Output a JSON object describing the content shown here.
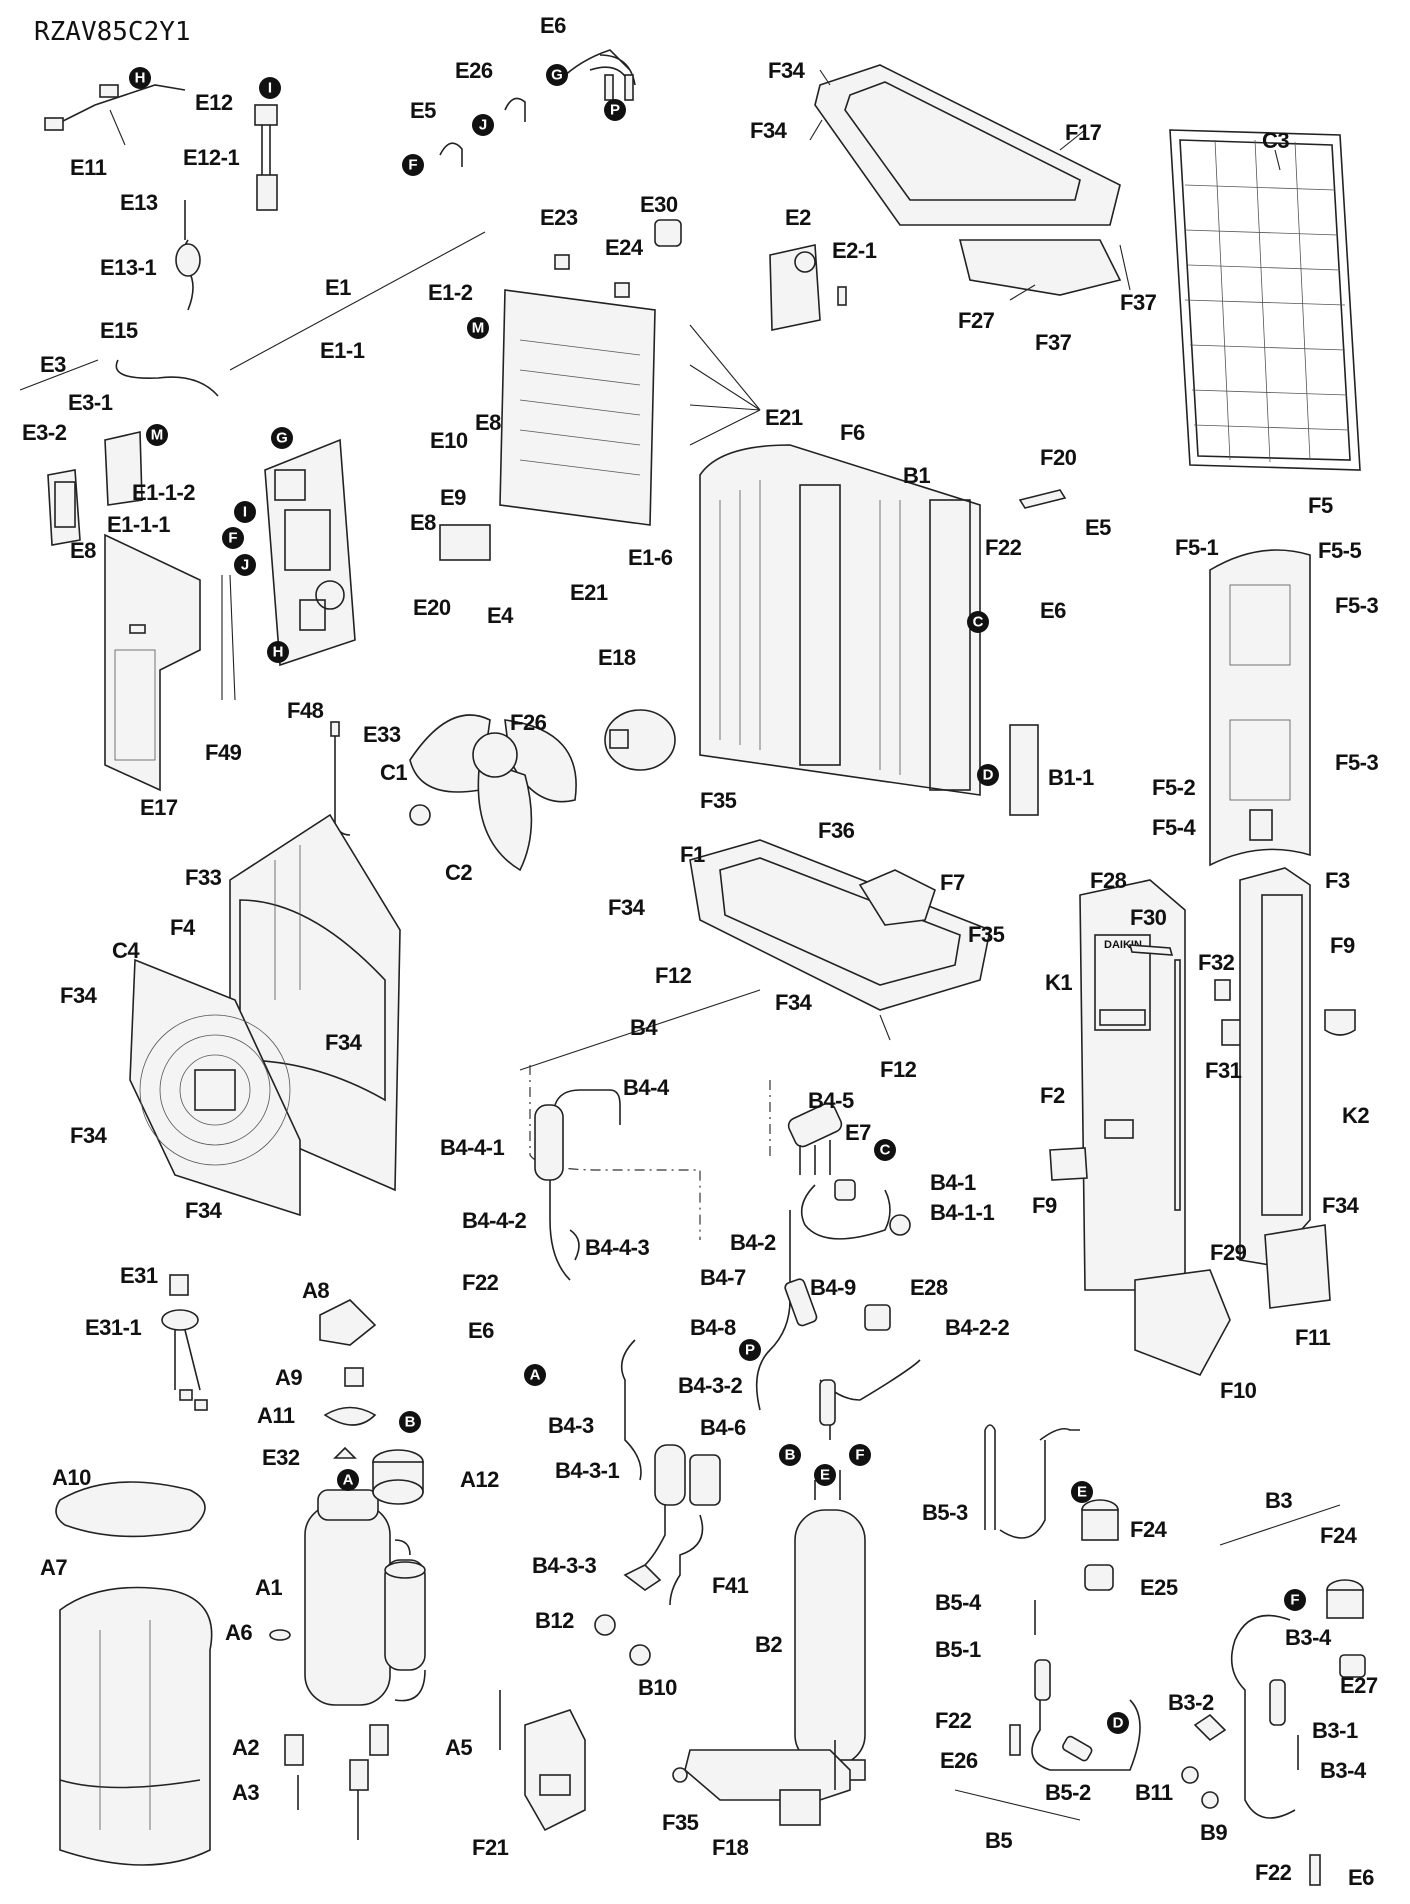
{
  "model_title": "RZAV85C2Y1",
  "labels": {
    "E6_top": "E6",
    "E26_top": "E26",
    "E5_top": "E5",
    "E12": "E12",
    "E12_1": "E12-1",
    "E11": "E11",
    "E13": "E13",
    "E13_1": "E13-1",
    "E15": "E15",
    "E1": "E1",
    "E1_1": "E1-1",
    "E1_2": "E1-2",
    "E23": "E23",
    "E24": "E24",
    "E30": "E30",
    "E2": "E2",
    "E2_1": "E2-1",
    "F34_a": "F34",
    "F34_b": "F34",
    "F17": "F17",
    "C3": "C3",
    "F27": "F27",
    "F37_a": "F37",
    "F37_b": "F37",
    "E3": "E3",
    "E3_1": "E3-1",
    "E3_2": "E3-2",
    "E8_a": "E8",
    "E8_b": "E8",
    "E8_c": "E8",
    "E1_1_2": "E1-1-2",
    "E1_1_1": "E1-1-1",
    "E10": "E10",
    "E9": "E9",
    "E21_a": "E21",
    "E21_b": "E21",
    "E20": "E20",
    "E4": "E4",
    "E1_6": "E1-6",
    "F6": "F6",
    "B1": "B1",
    "F20": "F20",
    "E5_mid": "E5",
    "F22_a": "F22",
    "E6_mid": "E6",
    "F5": "F5",
    "F5_1": "F5-1",
    "F5_5": "F5-5",
    "F5_3_a": "F5-3",
    "F5_3_b": "F5-3",
    "F5_2": "F5-2",
    "F5_4": "F5-4",
    "E17": "E17",
    "F49": "F49",
    "F48": "F48",
    "E18": "E18",
    "F26": "F26",
    "E33": "E33",
    "C1": "C1",
    "C2": "C2",
    "B1_1": "B1-1",
    "F35_a": "F35",
    "F36": "F36",
    "F1": "F1",
    "F7": "F7",
    "F35_b": "F35",
    "F34_c": "F34",
    "F12_a": "F12",
    "F34_d": "F34",
    "F12_b": "F12",
    "F33": "F33",
    "F4": "F4",
    "C4": "C4",
    "F34_e": "F34",
    "F34_f": "F34",
    "F34_g": "F34",
    "F34_h": "F34",
    "F28": "F28",
    "F30": "F30",
    "F3": "F3",
    "K1": "K1",
    "F32": "F32",
    "F9_a": "F9",
    "F31": "F31",
    "F2": "F2",
    "K2": "K2",
    "F9_b": "F9",
    "F34_i": "F34",
    "F29": "F29",
    "F11": "F11",
    "F10": "F10",
    "B4": "B4",
    "B4_4": "B4-4",
    "B4_4_1": "B4-4-1",
    "B4_5": "B4-5",
    "E7": "E7",
    "B4_1": "B4-1",
    "B4_1_1": "B4-1-1",
    "B4_4_2": "B4-4-2",
    "B4_4_3": "B4-4-3",
    "F22_b": "F22",
    "E6_b": "E6",
    "B4_2": "B4-2",
    "B4_7": "B4-7",
    "B4_9": "B4-9",
    "E28": "E28",
    "B4_8": "B4-8",
    "B4_2_2": "B4-2-2",
    "B4_3_2": "B4-3-2",
    "B4_3": "B4-3",
    "B4_6": "B4-6",
    "B4_3_1": "B4-3-1",
    "B4_3_3": "B4-3-3",
    "F41": "F41",
    "B12": "B12",
    "B10": "B10",
    "B2": "B2",
    "E31": "E31",
    "E31_1": "E31-1",
    "A8": "A8",
    "A9": "A9",
    "A11": "A11",
    "E32": "E32",
    "A12": "A12",
    "A10": "A10",
    "A1": "A1",
    "A7": "A7",
    "A6": "A6",
    "A2": "A2",
    "A3": "A3",
    "A5": "A5",
    "F21": "F21",
    "F35_c": "F35",
    "F18": "F18",
    "B5_3": "B5-3",
    "F24_a": "F24",
    "E25": "E25",
    "B5_4": "B5-4",
    "B5_1": "B5-1",
    "F22_c": "F22",
    "E26_b": "E26",
    "B5_2": "B5-2",
    "B5": "B5",
    "B3": "B3",
    "F24_b": "F24",
    "B3_4_a": "B3-4",
    "E27": "E27",
    "B3_2": "B3-2",
    "B3_1": "B3-1",
    "B3_4_b": "B3-4",
    "B11": "B11",
    "B9": "B9",
    "F22_d": "F22",
    "E6_c": "E6"
  },
  "connectors": {
    "H": "H",
    "I": "I",
    "J": "J",
    "P": "P",
    "G": "G",
    "F": "F",
    "M": "M",
    "C": "C",
    "D": "D",
    "A": "A",
    "B": "B",
    "E": "E"
  },
  "nameplate_brand": "DAIKIN"
}
